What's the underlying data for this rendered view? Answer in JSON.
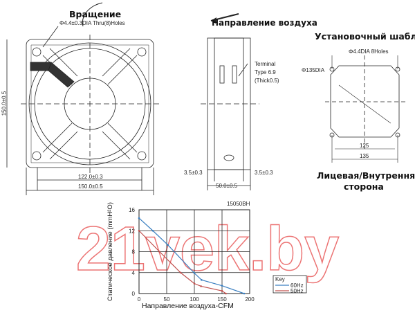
{
  "front_view": {
    "rotation_label": "Вращение",
    "hole_note": "Φ4.4±0.3DIA  Thru(8)Holes",
    "height_dim": "150.0±0.5",
    "hole_spacing_dim": "122.0±0.3",
    "width_dim": "150.0±0.5"
  },
  "side_view": {
    "airflow_label": "Направление воздуха",
    "terminal_note": [
      "Terminal",
      "Type 6.9",
      "(Thick0.5)"
    ],
    "flange_left_dim": "3.5±0.3",
    "depth_dim": "50.0±0.5",
    "flange_right_dim": "3.5±0.3"
  },
  "template": {
    "title": "Установочный шаблон",
    "hole_note": "Φ4.4DIA  8Holes",
    "circle_dim": "Φ135DIA",
    "inner_dim": "125",
    "outer_dim": "135",
    "side_label": [
      "Лицевая/Внутренняя",
      "сторона"
    ]
  },
  "watermark": "21vek.by",
  "chart_data": {
    "type": "line",
    "title": "15050BH",
    "xlabel": "Направление воздуха-CFM",
    "ylabel": "Статическое давление (mmH²O)",
    "xlim": [
      0,
      200
    ],
    "ylim": [
      0,
      16
    ],
    "xticks": [
      "0",
      "50",
      "100",
      "150",
      "200"
    ],
    "yticks": [
      "0",
      "4",
      "8",
      "12",
      "16"
    ],
    "grid": true,
    "legend": {
      "title": "Key",
      "placement": "right"
    },
    "series": [
      {
        "name": "60Hz",
        "color": "#3a7fc0",
        "x": [
          0,
          25,
          52,
          100,
          113,
          150,
          190
        ],
        "y": [
          14.4,
          12,
          9.3,
          3.9,
          2.6,
          1.5,
          0
        ]
      },
      {
        "name": "50Hz",
        "color": "#c0504d",
        "x": [
          0,
          37,
          75,
          100,
          112,
          150,
          157
        ],
        "y": [
          12,
          8,
          4,
          1.9,
          1.4,
          0.5,
          0
        ]
      }
    ]
  }
}
